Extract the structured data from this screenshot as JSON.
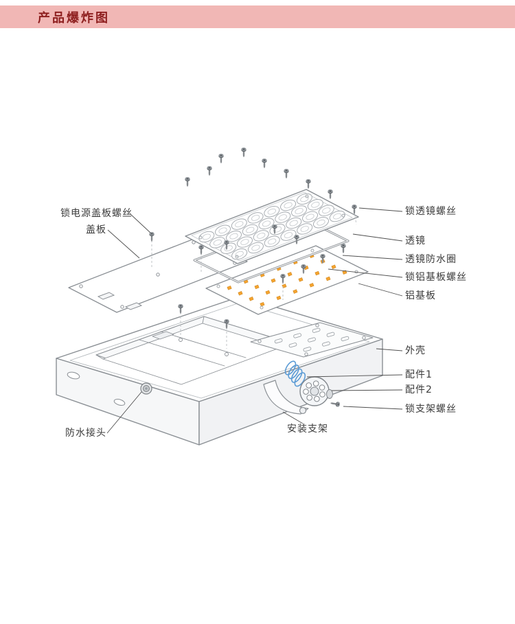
{
  "header": {
    "title": "产品爆炸图"
  },
  "colors": {
    "header_bg": "#f1b7b5",
    "header_text": "#8e1f1f",
    "drawing_line_gray": "#8a8f94",
    "led_orange": "#f5a32e",
    "accessory_blue": "#5b9bd5"
  },
  "diagram": {
    "labels": {
      "lock_power_cover_screws": "锁电源盖板螺丝",
      "cover_plate": "盖板",
      "waterproof_connector": "防水接头",
      "lock_lens_screws": "锁透镜螺丝",
      "lens": "透镜",
      "lens_waterproof_ring": "透镜防水圈",
      "lock_pcb_screws": "锁铝基板螺丝",
      "aluminum_pcb": "铝基板",
      "housing": "外壳",
      "accessory_1": "配件1",
      "accessory_2": "配件2",
      "lock_bracket_screws": "锁支架螺丝",
      "mounting_bracket": "安装支架"
    }
  }
}
